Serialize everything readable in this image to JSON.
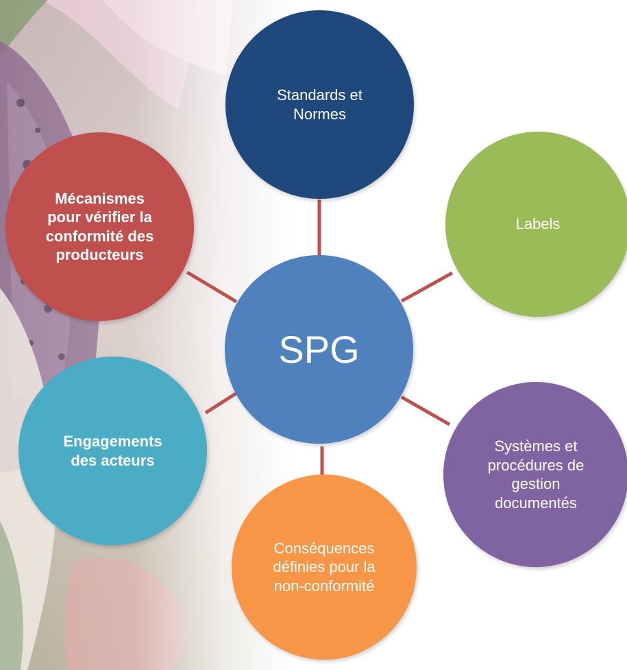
{
  "diagram": {
    "center": {
      "label": "SPG",
      "color": "#4F81BD"
    },
    "nodes": {
      "standards": {
        "label": "Standards et Normes",
        "color": "#1F497D"
      },
      "labels": {
        "label": "Labels",
        "color": "#9BBB59"
      },
      "systemes": {
        "label": "Systèmes et procédures de gestion documentés",
        "color": "#8064A2"
      },
      "consequences": {
        "label": "Conséquences définies pour la non-conformité",
        "color": "#F79646"
      },
      "engagements": {
        "label": "Engagements des acteurs",
        "color": "#4BACC6"
      },
      "mecanismes": {
        "label": "Mécanismes pour vérifier la conformité des producteurs",
        "color": "#C0504D"
      }
    },
    "connector_color": "#C0504D"
  }
}
